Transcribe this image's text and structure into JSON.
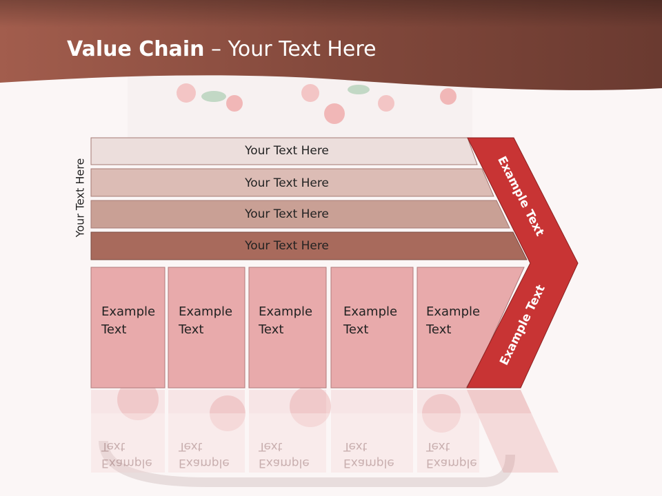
{
  "slide": {
    "title_bold": "Value Chain",
    "title_rest": " – Your Text Here",
    "side_label": "Your Text Here",
    "bands": [
      "Your Text Here",
      "Your Text Here",
      "Your Text Here",
      "Your Text Here"
    ],
    "boxes": [
      {
        "line1": "Example",
        "line2": "Text"
      },
      {
        "line1": "Example",
        "line2": "Text"
      },
      {
        "line1": "Example",
        "line2": "Text"
      },
      {
        "line1": "Example",
        "line2": "Text"
      },
      {
        "line1": "Example",
        "line2": "Text"
      }
    ],
    "arrow_upper": "Example Text",
    "arrow_lower": "Example Text"
  },
  "colors": {
    "header": "#8a4a40",
    "band1": "#ecdedc",
    "band2": "#dcbcb5",
    "band3": "#c9a095",
    "band4": "#a86a5c",
    "box": "#e8aaab",
    "arrow": "#c83434"
  }
}
